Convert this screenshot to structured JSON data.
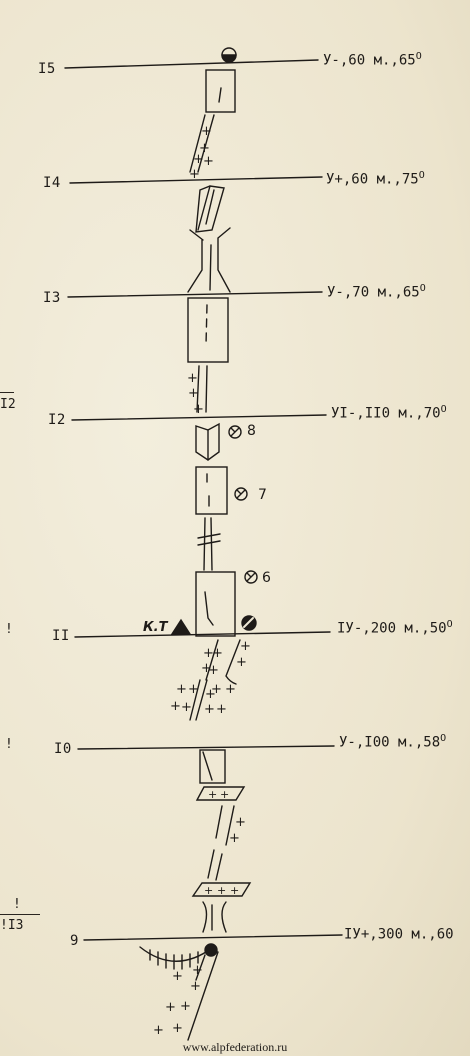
{
  "sections": [
    {
      "num": "I5",
      "grade": "У-,60 м.,65",
      "deg": "O"
    },
    {
      "num": "I4",
      "grade": "У+,60 м.,75",
      "deg": "O"
    },
    {
      "num": "I3",
      "grade": "У-,70 м.,65",
      "deg": "O"
    },
    {
      "num": "I2",
      "grade": "УI-,II0 м.,70",
      "deg": "O"
    },
    {
      "num": "II",
      "grade": "IУ-,200 м.,50",
      "deg": "O"
    },
    {
      "num": "I0",
      "grade": "У-,I00 м.,58",
      "deg": "O"
    },
    {
      "num": "9",
      "grade": "IУ+,300 м.,60",
      "deg": ""
    }
  ],
  "belay_points": [
    "8",
    "7",
    "6"
  ],
  "control_tour_label": "К.Т",
  "margin_marks": [
    "I2",
    "!",
    "!",
    "!",
    "!I3"
  ],
  "footer": "www.alpfederation.ru",
  "icons": [
    "sun-symbol-icon",
    "piton-icon",
    "control-tour-triangle-icon",
    "hammer-symbol-icon"
  ]
}
